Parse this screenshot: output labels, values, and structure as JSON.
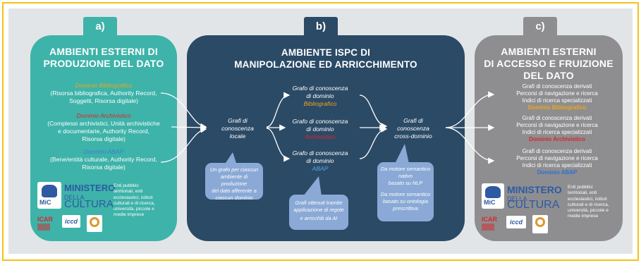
{
  "colors": {
    "teal": "#3eb3a9",
    "navy": "#2b4a66",
    "gray": "#8e8e90",
    "orange": "#f0a51a",
    "red": "#d8262e",
    "blue": "#5aa0e0",
    "bubble": "#8aa9d6"
  },
  "panel_a": {
    "tab": "a)",
    "title_1": "AMBIENTI ESTERNI DI",
    "title_2": "PRODUZIONE DEL DATO",
    "biblio_label": "Dominio Bibliografico",
    "biblio_text_1": "(Risorsa bibliografica, Authority Record,",
    "biblio_text_2": "Soggetti, Risorsa digitale)",
    "archiv_label": "Dominio Archivistico",
    "archiv_text_1": "(Complessi archivistici, Unità archivistiche",
    "archiv_text_2": "e documentarie, Authority Record,",
    "archiv_text_3": "Risorsa digitale)",
    "abap_label": "Dominio ABAP",
    "abap_text_1": "(Bene/entità culturale, Authority Record,",
    "abap_text_2": "Risorsa digitale)",
    "info_1": "Enti pubblici",
    "info_2": "territoriali, enti",
    "info_3": "ecclesiastici, istituti",
    "info_4": "culturali e di ricerca,",
    "info_5": "università, piccole e",
    "info_6": "medie imprese"
  },
  "panel_b": {
    "tab": "b)",
    "title_1": "AMBIENTE ISPC DI",
    "title_2": "MANIPOLAZIONE ED ARRICCHIMENTO",
    "local_1": "Grafi di",
    "local_2": "conoscenza",
    "local_3": "locale",
    "g1_1": "Grafo di conoscenza",
    "g1_2": "di dominio",
    "g1_3": "Bibliografico",
    "g2_1": "Grafo di conoscenza",
    "g2_2": "di dominio",
    "g2_3": "Archivistico",
    "g3_1": "Grafo di conoscenza",
    "g3_2": "di dominio",
    "g3_3": "ABAP",
    "cross_1": "Grafi di",
    "cross_2": "conoscenza",
    "cross_3": "cross-dominio",
    "bubble1_1": "Un grafo per ciascun",
    "bubble1_2": "ambiente di produzione",
    "bubble1_3": "del dato afferente a",
    "bubble1_4": "ciascun dominio",
    "bubble2_1": "Grafi ottenuti tramite",
    "bubble2_2": "applicazione di regole",
    "bubble2_3": "e arricchiti da AI",
    "bubble3_1": "Da motore semantico",
    "bubble3_2": "nativo",
    "bubble3_3": "basato su NLP",
    "bubble3_4": "Da motore semantico",
    "bubble3_5": "basato su ontologia",
    "bubble3_6": "prescrittiva"
  },
  "panel_c": {
    "tab": "c)",
    "title_1": "AMBIENTI ESTERNI",
    "title_2": "DI ACCESSO E FRUIZIONE",
    "title_3": "DEL DATO",
    "line_1": "Grafi di conoscenza derivati",
    "line_2": "Percorsi di navigazione e ricerca",
    "line_3": "Indici di ricerca specializzati",
    "d1": "Dominio Bibliografico",
    "d2": "Dominio Archivistico",
    "d3": "Dominio ABAP",
    "info_1": "Enti pubblici",
    "info_2": "territoriali, enti",
    "info_3": "ecclesiastici, istituti",
    "info_4": "culturali e di ricerca,",
    "info_5": "università, piccole e",
    "info_6": "medie imprese"
  },
  "logos": {
    "ministero": "MINISTERO",
    "della": "DELLA",
    "cultura": "CULTURA",
    "mic": "MiC",
    "icar": "ICAR",
    "iccd": "iccd"
  }
}
